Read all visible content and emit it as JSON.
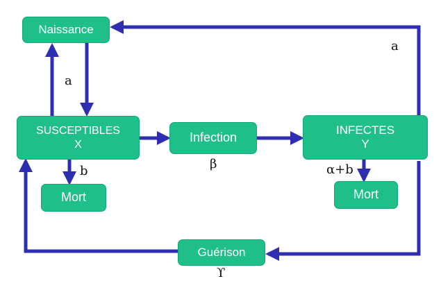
{
  "nodes": {
    "naissance": "Naissance",
    "susceptibles": {
      "line1": "SUSCEPTIBLES",
      "line2": "X"
    },
    "infection": "Infection",
    "infectes": {
      "line1": "INFECTES",
      "line2": "Y"
    },
    "mort_s": "Mort",
    "mort_i": "Mort",
    "guerison": "Guérison"
  },
  "labels": {
    "a_left": "a",
    "a_right": "a",
    "b": "b",
    "beta": "β",
    "alpha_b": "α+b",
    "gamma": "ϒ"
  },
  "colors": {
    "node_fill": "#1fbf88",
    "arrow": "#2e2fb0"
  }
}
